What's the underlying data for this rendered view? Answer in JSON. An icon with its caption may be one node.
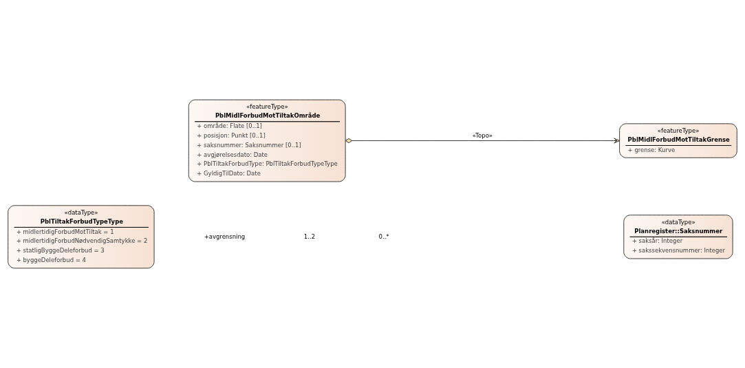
{
  "diagram": {
    "nodes": [
      {
        "text": [
          "«featureType»",
          "PblMidlForbudMotTiltakOmråde",
          "+ område: Flate [0..1]",
          "+ posisjon: Punkt [0..1]",
          "+ saksnummer: Saksnummer [0..1]",
          "+ avgjørelsesdato: Date",
          "+ PblTiltakForbudType: PblTiltakForbudTypeType",
          "+ GyldigTilDato: Date"
        ]
      },
      {
        "text": [
          "«featureType»",
          "PblMidlForbudMotTiltakGrense",
          "+ grense: Kurve"
        ]
      },
      {
        "text": [
          "«dataType»",
          "PblTiltakForbudTypeType",
          "+ midlertidigForbudMotTiltak = 1",
          "+ midlertidigForbudNødvendigSamtykke = 2",
          "+ statligByggeDeleforbud = 3",
          "+ byggeDeleforbud = 4"
        ]
      },
      {
        "text": [
          "«dataType»",
          "Planregister::Saksnummer",
          "+ saksår: Integer",
          "+ sakssekvensnummer: Integer"
        ]
      }
    ],
    "edges": [
      {
        "from": 0,
        "to": 1,
        "arrow": "to",
        "label": "«Topo»"
      }
    ],
    "labels": [
      "+avgrensning",
      "1..2",
      "0..*"
    ]
  }
}
